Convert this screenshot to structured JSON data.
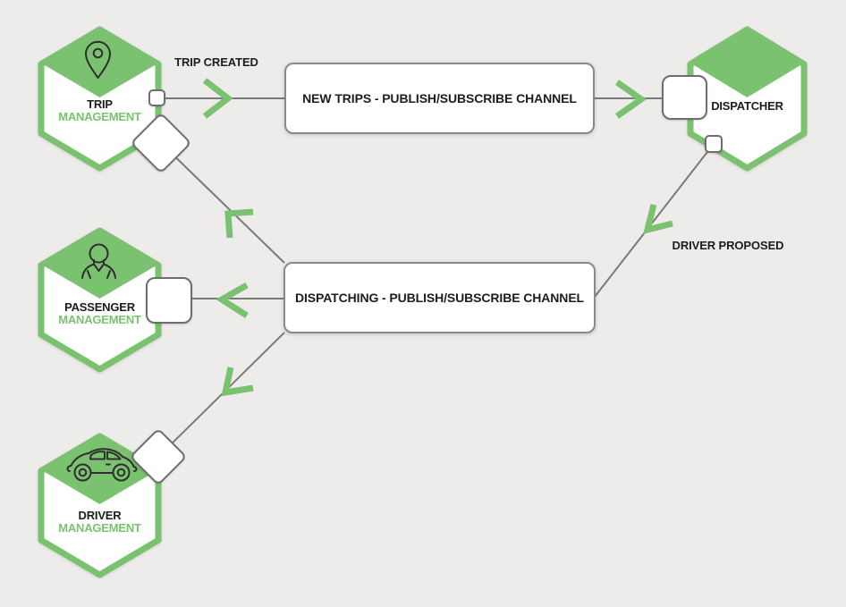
{
  "theme": {
    "background": "#edeceb",
    "accent_green": "#7ac170",
    "line_gray": "#7a7a7a",
    "connector_gray": "#6e6e6e",
    "box_border": "#8a8a8a",
    "node_fill": "#ffffff",
    "text_dark": "#1d1d1d",
    "icon_dark": "#2f2f2f"
  },
  "nodes": {
    "trip_management": {
      "line1": "TRIP",
      "line2": "MANAGEMENT",
      "icon": "location-pin-icon"
    },
    "dispatcher": {
      "label": "DISPATCHER"
    },
    "passenger_management": {
      "line1": "PASSENGER",
      "line2": "MANAGEMENT",
      "icon": "person-icon"
    },
    "driver_management": {
      "line1": "DRIVER",
      "line2": "MANAGEMENT",
      "icon": "car-icon"
    }
  },
  "channels": {
    "new_trips": {
      "label": "NEW TRIPS - PUBLISH/SUBSCRIBE CHANNEL"
    },
    "dispatching": {
      "label": "DISPATCHING - PUBLISH/SUBSCRIBE CHANNEL"
    }
  },
  "edges": {
    "trip_created_label": "TRIP CREATED",
    "driver_proposed_label": "DRIVER PROPOSED"
  }
}
